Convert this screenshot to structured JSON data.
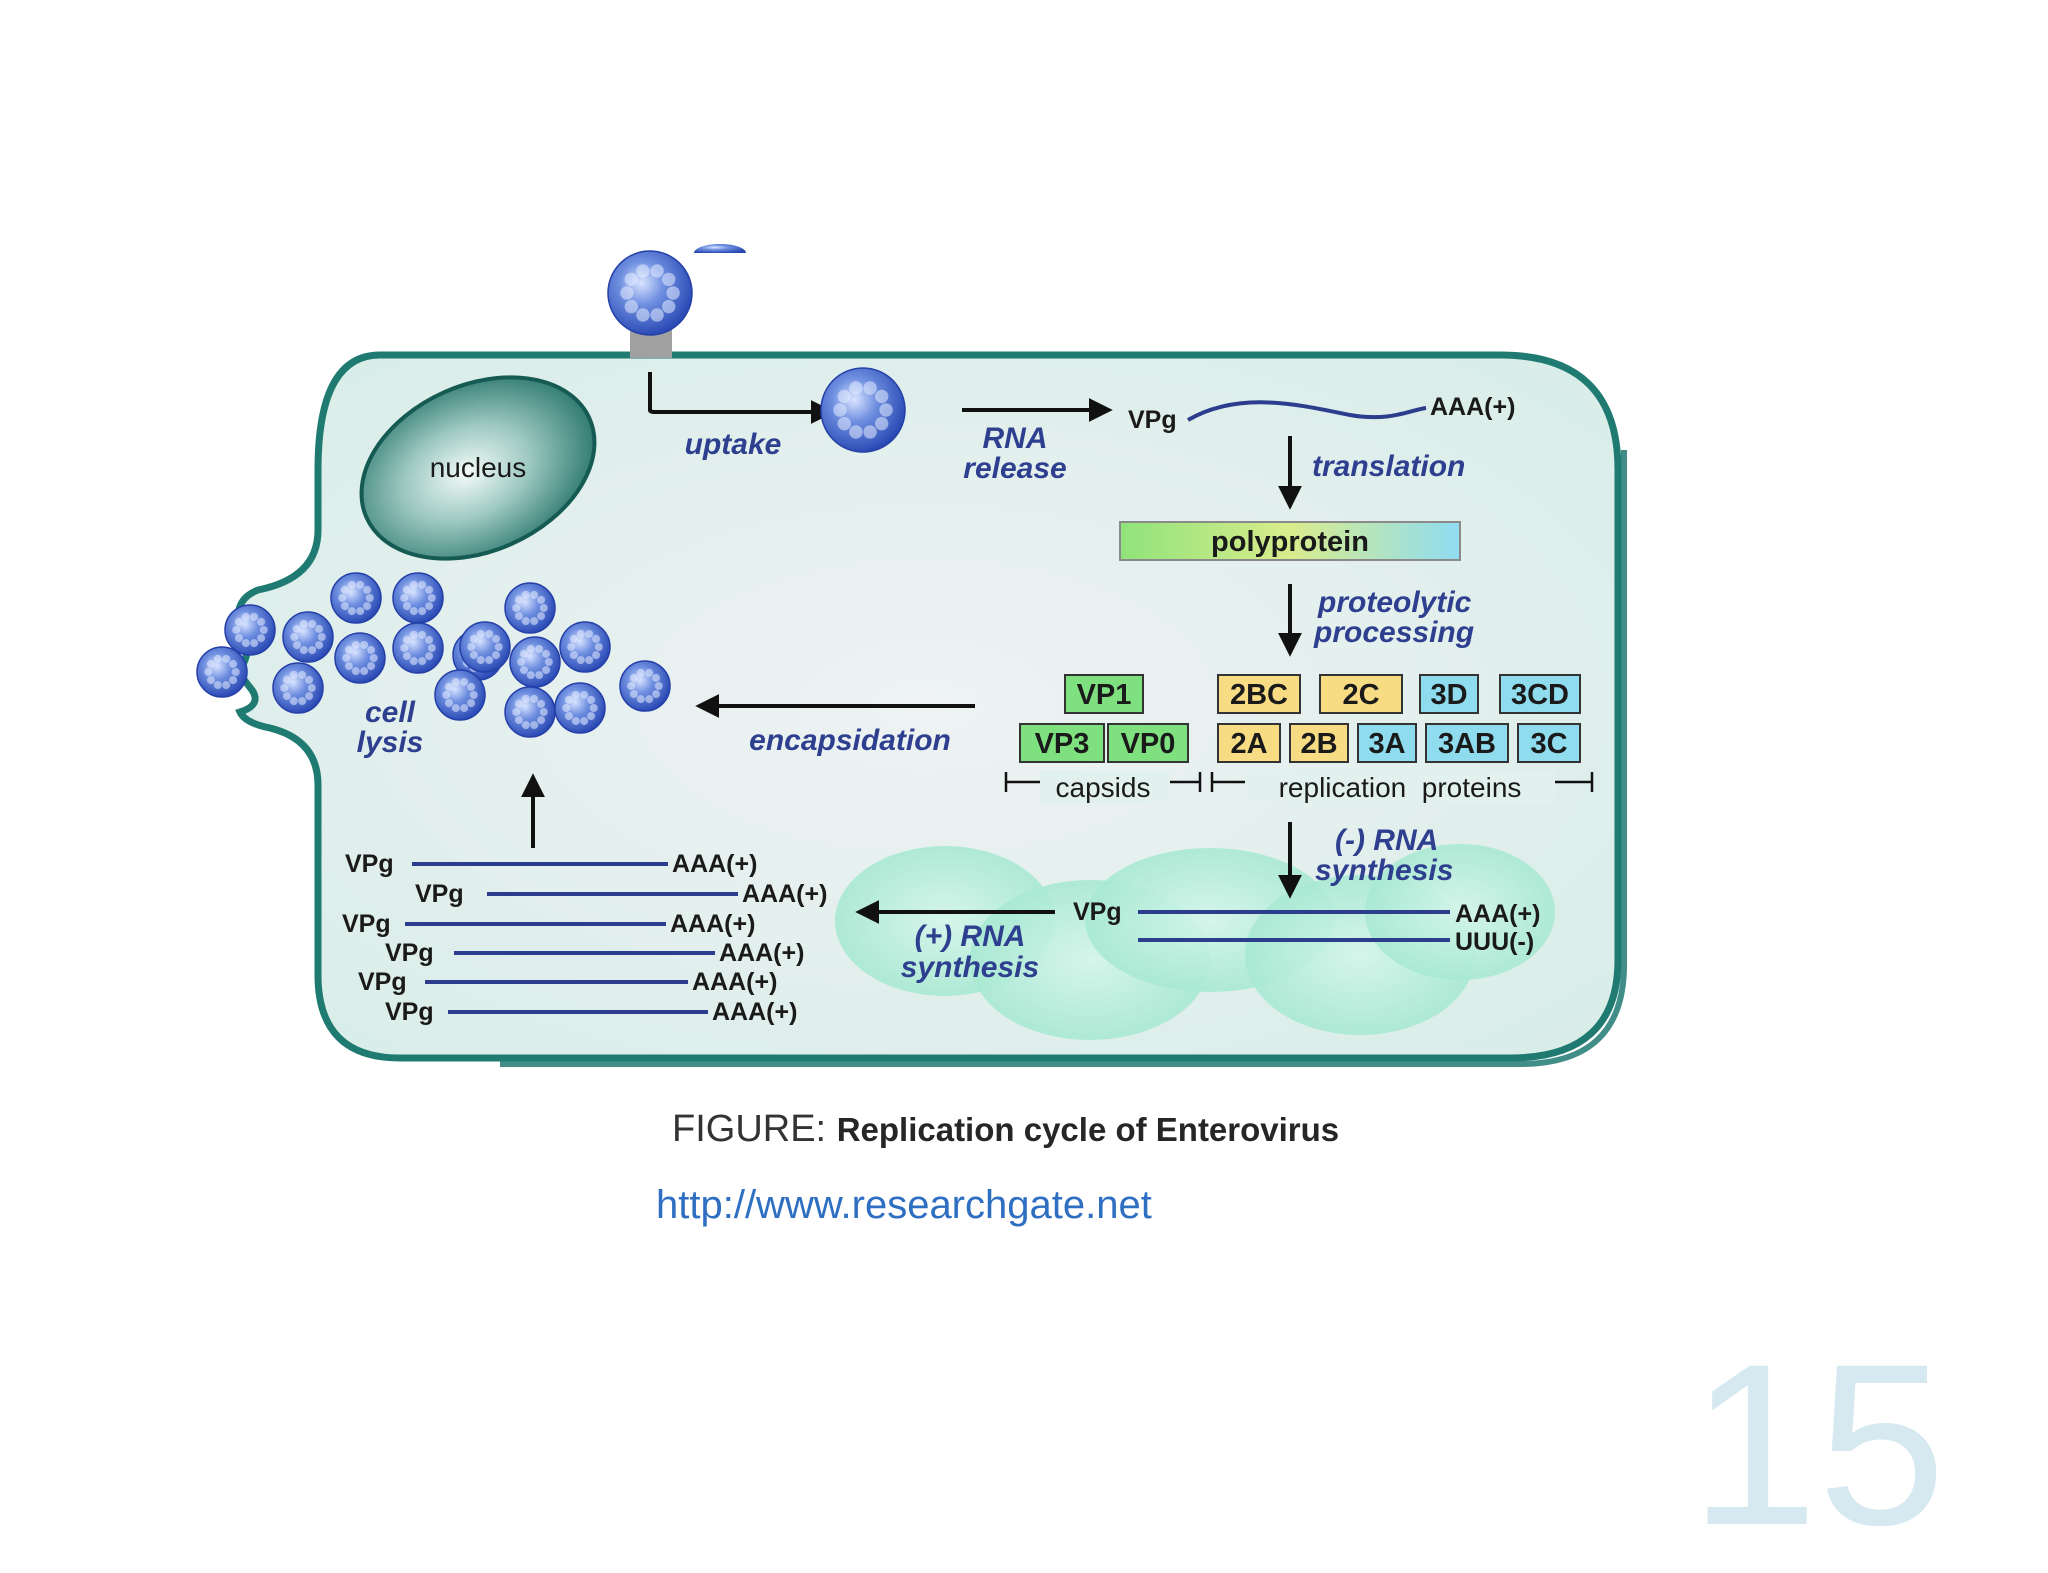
{
  "diagram": {
    "labels": {
      "nucleus": "nucleus",
      "uptake": "uptake",
      "rna_release": [
        "RNA",
        "release"
      ],
      "translation": "translation",
      "polyprotein": "polyprotein",
      "proteolytic_processing": [
        "proteolytic",
        "processing"
      ],
      "encapsidation": "encapsidation",
      "cell_lysis": [
        "cell",
        "lysis"
      ],
      "capsids": "capsids",
      "replication_proteins": "replication  proteins",
      "minus_rna_synthesis": [
        "(-) RNA",
        "synthesis"
      ],
      "plus_rna_synthesis": [
        "(+) RNA",
        "synthesis"
      ],
      "vpg": "VPg",
      "aaa_plus": "AAA(+)",
      "uuu_minus": "UUU(-)"
    },
    "capsid_proteins": {
      "row1": [
        "VP1"
      ],
      "row2": [
        "VP3",
        "VP0"
      ]
    },
    "replication_proteins_list": {
      "row1": [
        "2BC",
        "2C",
        "3D",
        "3CD"
      ],
      "row2": [
        "2A",
        "2B",
        "3A",
        "3AB",
        "3C"
      ]
    },
    "colors": {
      "cell_border": "#1f7a72",
      "cell_fill": "#e3f1ee",
      "virus": "#3b61c7",
      "step_text": "#2e3f8f",
      "capsid_box": "#7fe07f",
      "protein_box_yellow": "#f7dc84",
      "protein_box_blue": "#8fdcef",
      "rna_line": "#2b3d8c",
      "synthesis_blob": "#a9ecd3"
    }
  },
  "caption": {
    "prefix": "FIGURE: ",
    "title": "Replication cycle of Enterovirus"
  },
  "source_url": "http://www.researchgate.net",
  "page_number": "15"
}
